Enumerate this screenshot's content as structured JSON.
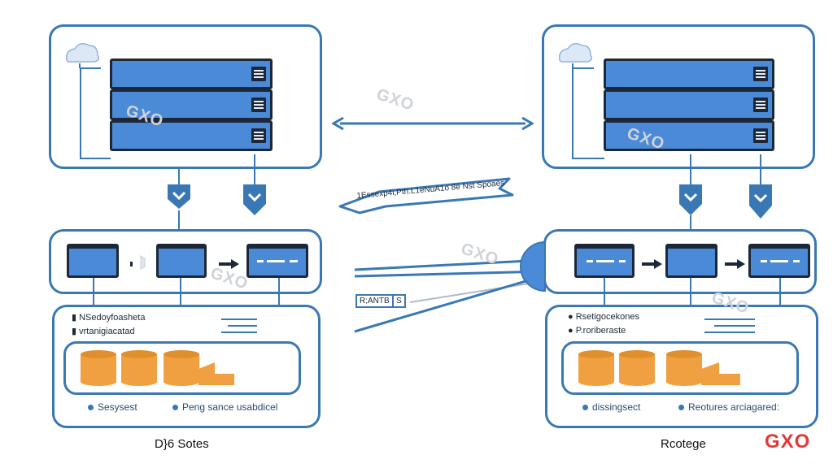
{
  "left": {
    "caption": "D}6 Sotes",
    "list": [
      "NSedoyfoasheta",
      "vrtanigiacatad"
    ],
    "footer": [
      "Sesysest",
      "Peng sance usabdicel"
    ]
  },
  "right": {
    "caption": "Rcotege",
    "list": [
      "Rsetigocekones",
      "P.roriberaste"
    ],
    "footer": [
      "dissingsect",
      "Reotures arciagared:"
    ]
  },
  "middle": {
    "banner": "1Essexp4i,Pth.L1eNuA1o 8é Nst Spoaes",
    "tag1": "R;ANTB",
    "tag2": "S"
  },
  "watermarks": [
    "GXO",
    "GXO",
    "GXO",
    "GXO",
    "GXO",
    "GXO"
  ],
  "brand": {
    "label": "GXO",
    "color": "#e23a3a"
  },
  "colors": {
    "accent": "#3a78b5",
    "module": "#4a8ad6",
    "storage": "#f0a040"
  }
}
